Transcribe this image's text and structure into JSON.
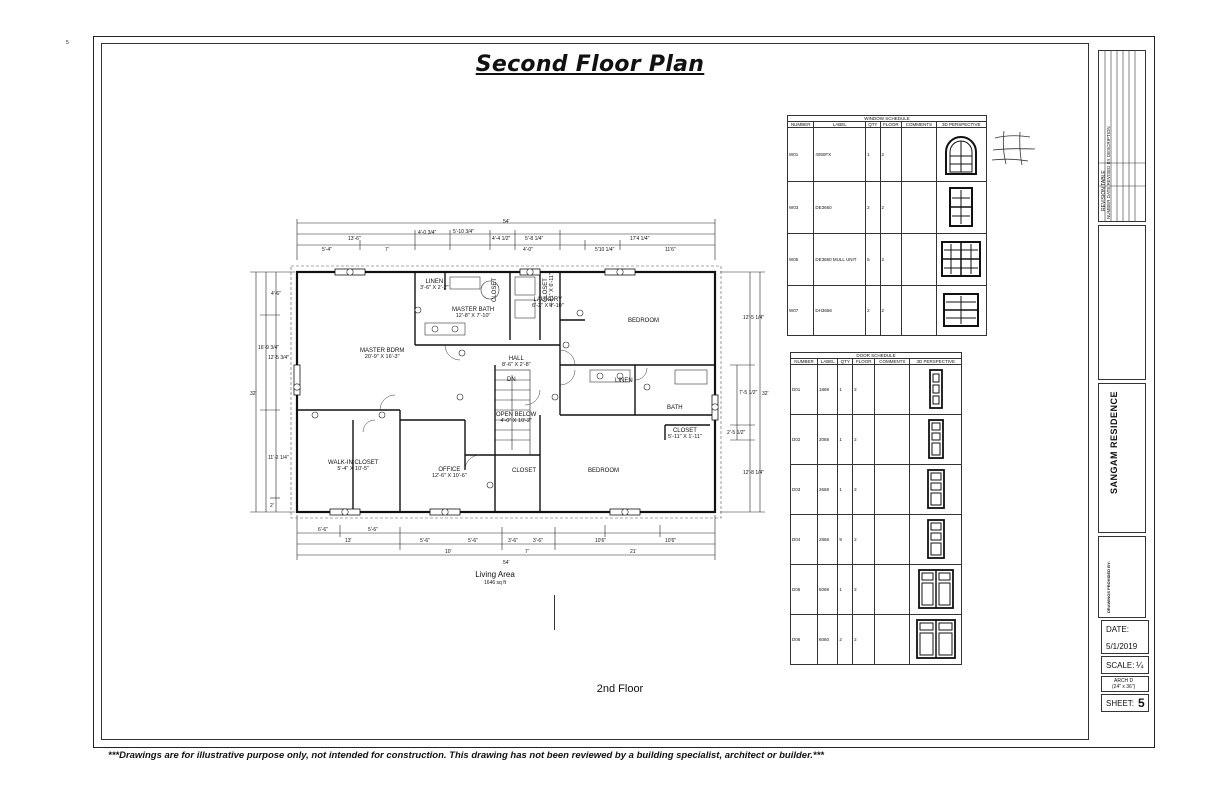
{
  "header": {
    "title": "Second Floor Plan"
  },
  "footer": {
    "note": "***Drawings are for illustrative purpose only, not intended for construction. This drawing has not been reviewed by a building specialist, architect or builder.***"
  },
  "plan": {
    "floor_label": "2nd Floor",
    "living_area_label": "Living Area",
    "living_area_value": "1646 sq ft",
    "dims": {
      "top_total": "54'",
      "bottom_total": "54'",
      "left_total": "32'",
      "right_total": "32'",
      "top_1": "13'-6\"",
      "top_2": "4'-0 3/4\"",
      "top_3": "5'-10 3/4\"",
      "top_4": "4'-4 1/2\"",
      "top_5": "5'-8 1/4\"",
      "top_6": "17'4 1/4\"",
      "top_r1": "5'-4\"",
      "top_r2": "7'",
      "top_r3": "4'-0\"",
      "top_r4": "5'10 1/4\"",
      "top_r5": "11'6\"",
      "bot_1": "13'",
      "bot_2": "10'",
      "bot_3": "7'",
      "bot_4": "21'",
      "bot_r1": "6'-6\"",
      "bot_r2": "5'-6\"",
      "bot_r3": "5'-6\"",
      "bot_r4": "5'-6\"",
      "bot_r5": "3'-6\"",
      "bot_r6": "3'-6\"",
      "bot_r7": "10'6\"",
      "bot_r8": "10'6\"",
      "left_1": "4'-6\"",
      "left_2": "16'-9 3/4\"",
      "left_3": "12'-5 3/4\"",
      "left_4": "11'-2 1/4\"",
      "left_5": "2'",
      "right_1": "12'-5 1/4\"",
      "right_2": "7'-5 1/2\"",
      "right_3": "2'-5 1/2\"",
      "right_4": "12'-8 1/4\""
    },
    "rooms": {
      "linen1": {
        "name": "LINEN",
        "size": "3'-6\" X 2'-2\""
      },
      "master_bath": {
        "name": "MASTER BATH",
        "size": "12'-8\" X 7'-10\""
      },
      "laundry": {
        "name": "LAUNDRY",
        "size": "6'-2\" X 7'-10\""
      },
      "closet1": {
        "name": "CLOSET",
        "size": "4'-11\" X 6'-11\""
      },
      "bedroom1": {
        "name": "BEDROOM",
        "size": ""
      },
      "master_bdrm": {
        "name": "MASTER BDRM",
        "size": "20'-9\" X 16'-3\""
      },
      "hall": {
        "name": "HALL",
        "size": "8'-6\" X 2'-8\""
      },
      "linen2": {
        "name": "LINEN",
        "size": ""
      },
      "bath": {
        "name": "BATH",
        "size": ""
      },
      "closet2": {
        "name": "CLOSET",
        "size": "5'-11\" X 1'-11\""
      },
      "open_below": {
        "name": "OPEN BELOW",
        "size": "4'-0\" X 10'-2\""
      },
      "dn": {
        "name": "DN",
        "size": ""
      },
      "walkin": {
        "name": "WALK-IN CLOSET",
        "size": "5'-4\" X 10'-5\""
      },
      "office": {
        "name": "OFFICE",
        "size": "12'-6\" X 10'-6\""
      },
      "closet3": {
        "name": "CLOSET",
        "size": ""
      },
      "bedroom2": {
        "name": "BEDROOM",
        "size": ""
      },
      "cl_small": {
        "name": "CLOSET",
        "size": ""
      }
    }
  },
  "window_schedule": {
    "title": "WINDOW SCHEDULE",
    "headers": [
      "NUMBER",
      "LABEL",
      "QTY",
      "FLOOR",
      "COMMENTS",
      "3D PERSPECTIVE"
    ],
    "rows": [
      {
        "number": "W01",
        "label": "4050FX",
        "qty": "1",
        "floor": "2",
        "comments": "",
        "icon": "arch-window-icon"
      },
      {
        "number": "W03",
        "label": "DE3660",
        "qty": "2",
        "floor": "2",
        "comments": "",
        "icon": "double-hung-window-icon"
      },
      {
        "number": "W05",
        "label": "DE3660 MULL UNIT",
        "qty": "5",
        "floor": "2",
        "comments": "",
        "icon": "mull-window-icon"
      },
      {
        "number": "W07",
        "label": "DH3656",
        "qty": "2",
        "floor": "2",
        "comments": "",
        "icon": "grid-window-icon"
      }
    ]
  },
  "door_schedule": {
    "title": "DOOR SCHEDULE",
    "headers": [
      "NUMBER",
      "LABEL",
      "QTY",
      "FLOOR",
      "COMMENTS",
      "3D PERSPECTIVE"
    ],
    "rows": [
      {
        "number": "D01",
        "label": "1868",
        "qty": "1",
        "floor": "2",
        "comments": "",
        "icon": "narrow-door-icon"
      },
      {
        "number": "D02",
        "label": "2068",
        "qty": "1",
        "floor": "2",
        "comments": "",
        "icon": "panel-door-icon"
      },
      {
        "number": "D03",
        "label": "2668",
        "qty": "1",
        "floor": "2",
        "comments": "",
        "icon": "panel-door-icon"
      },
      {
        "number": "D04",
        "label": "2868",
        "qty": "9",
        "floor": "2",
        "comments": "",
        "icon": "panel-door-icon"
      },
      {
        "number": "D05",
        "label": "5068",
        "qty": "1",
        "floor": "2",
        "comments": "",
        "icon": "double-door-icon"
      },
      {
        "number": "D06",
        "label": "6060",
        "qty": "2",
        "floor": "2",
        "comments": "",
        "icon": "double-door-icon"
      }
    ]
  },
  "title_block": {
    "revision_table": "REVISION TABLE",
    "revision_sub": "NUMBER DATE  REVISED BY  DESCRIPTION",
    "project": "SANGAM RESIDENCE",
    "drawings_by": "DRAWINGS PROVIDED BY:",
    "date_label": "DATE:",
    "date_value": "5/1/2019",
    "scale_label": "SCALE:",
    "scale_value": "¼",
    "paper": "ARCH D",
    "paper_size": "(24\" x 36\")",
    "sheet_label": "SHEET:",
    "sheet_value": "5"
  },
  "corner_mark": "5"
}
